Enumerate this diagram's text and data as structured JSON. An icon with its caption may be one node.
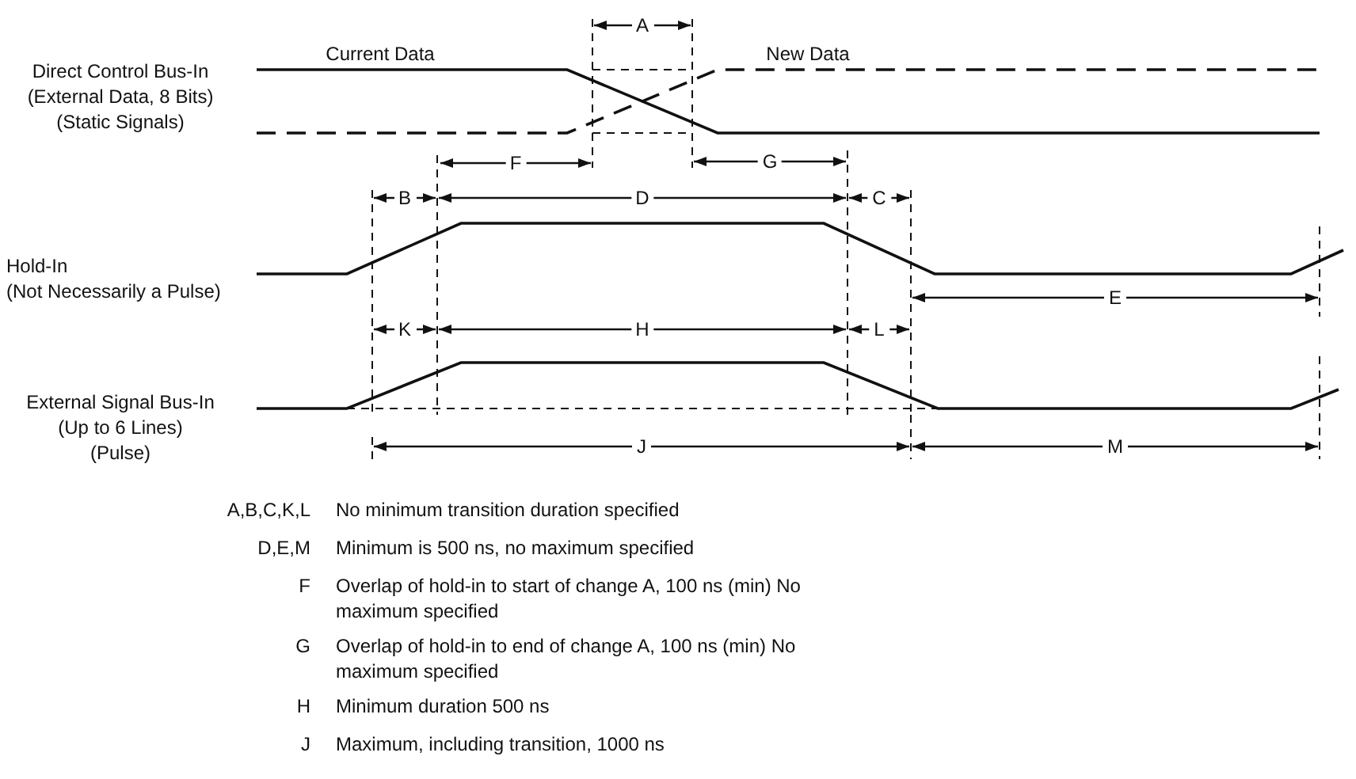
{
  "diagram": {
    "labels": [
      "A",
      "Current Data",
      "New Data",
      "Direct Control Bus-In (External Data, 8 Bits) (Static Signals)",
      "F",
      "G",
      "B",
      "D",
      "C",
      "Hold-In (Not Necessarily a Pulse)",
      "K",
      "H",
      "L",
      "E",
      "External Signal Bus-In (Up to 6 Lines) (Pulse)",
      "J",
      "M",
      "A,B,C,K,L",
      "No minimum transition duration specified",
      "D,E,M",
      "Minimum is 500 ns, no maximum specified",
      "F",
      "Overlap of hold-in to start of change A, 100 ns (min) No maximum specified",
      "G",
      "Overlap of hold-in to end of change A, 100 ns (min) No maximum specified",
      "H",
      "Minimum duration 500 ns",
      "J",
      "Maximum, including transition, 1000 ns"
    ]
  }
}
